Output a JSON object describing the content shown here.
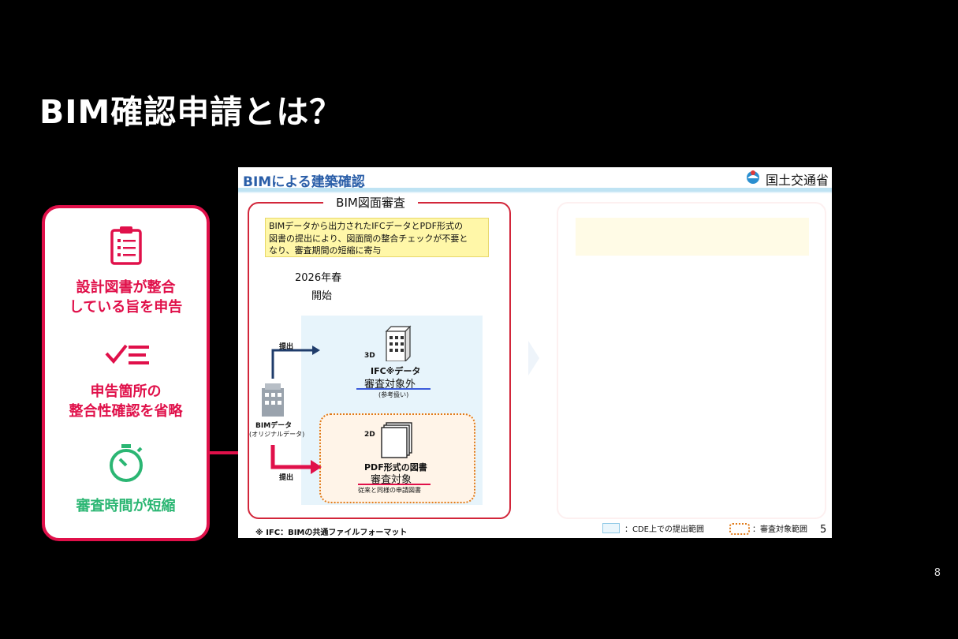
{
  "title": "BIM確認申請とは？",
  "page_number": "8",
  "left_panel": {
    "items": [
      {
        "icon": "clipboard-checklist-icon",
        "text": [
          "設計図書が整合",
          "している旨を申告"
        ],
        "color": "#e0104a"
      },
      {
        "icon": "check-list-icon",
        "text": [
          "申告箇所の",
          "整合性確認を省略"
        ],
        "color": "#e0104a"
      },
      {
        "icon": "stopwatch-icon",
        "text": [
          "審査時間が短縮"
        ],
        "color": "#2bb673"
      }
    ]
  },
  "slide": {
    "title": "BIMによる建築確認",
    "ministry": "国土交通省",
    "review_label": "BIM図面審査",
    "note": [
      "BIMデータから出力されたIFCデータとPDF形式の",
      "図書の提出により、図面間の整合チェックが不要と",
      "なり、審査期間の短縮に寄与"
    ],
    "start_year": "2026年春",
    "start_label": "開始",
    "submit_1": "提出",
    "submit_2": "提出",
    "bim_data": "BIMデータ",
    "bim_data_sub": "(オリジナルデータ)",
    "ifc": {
      "dim": "3D",
      "label": "IFC※データ",
      "status": "審査対象外",
      "note": "(参考扱い)"
    },
    "pdf": {
      "dim": "2D",
      "label": "PDF形式の図書",
      "status": "審査対象",
      "note": "従来と同様の申請図書"
    },
    "footnote": "※ IFC：BIMの共通ファイルフォーマット",
    "legend_cde": "：CDE上での提出範囲",
    "legend_target": "：審査対象範囲",
    "slide_number": "5"
  }
}
